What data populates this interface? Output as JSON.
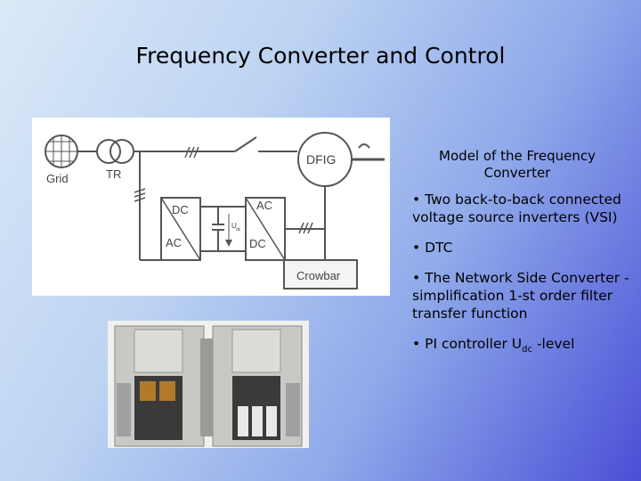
{
  "slide": {
    "title": "Frequency Converter and Control"
  },
  "diagram": {
    "labels": {
      "grid": "Grid",
      "tr": "TR",
      "dfig": "DFIG",
      "dc_left": "DC",
      "ac_left": "AC",
      "ac_right": "AC",
      "dc_right": "DC",
      "udc": "U",
      "udc_sub": "dc",
      "crowbar": "Crowbar",
      "phase_marks_top": "///",
      "phase_marks_mid": "///"
    }
  },
  "caption": {
    "text": "Model of the Frequency Converter"
  },
  "bullets": {
    "items": [
      {
        "marker": "•",
        "text": "Two back-to-back connected voltage source inverters (VSI)"
      },
      {
        "marker": "•",
        "text": "DTC"
      },
      {
        "marker": "•",
        "text": "The Network Side Converter - simplification 1-st order filter transfer function"
      }
    ],
    "pi": {
      "marker": "•",
      "pre": "PI controller U",
      "sub": "dc",
      "post": " -level"
    }
  }
}
